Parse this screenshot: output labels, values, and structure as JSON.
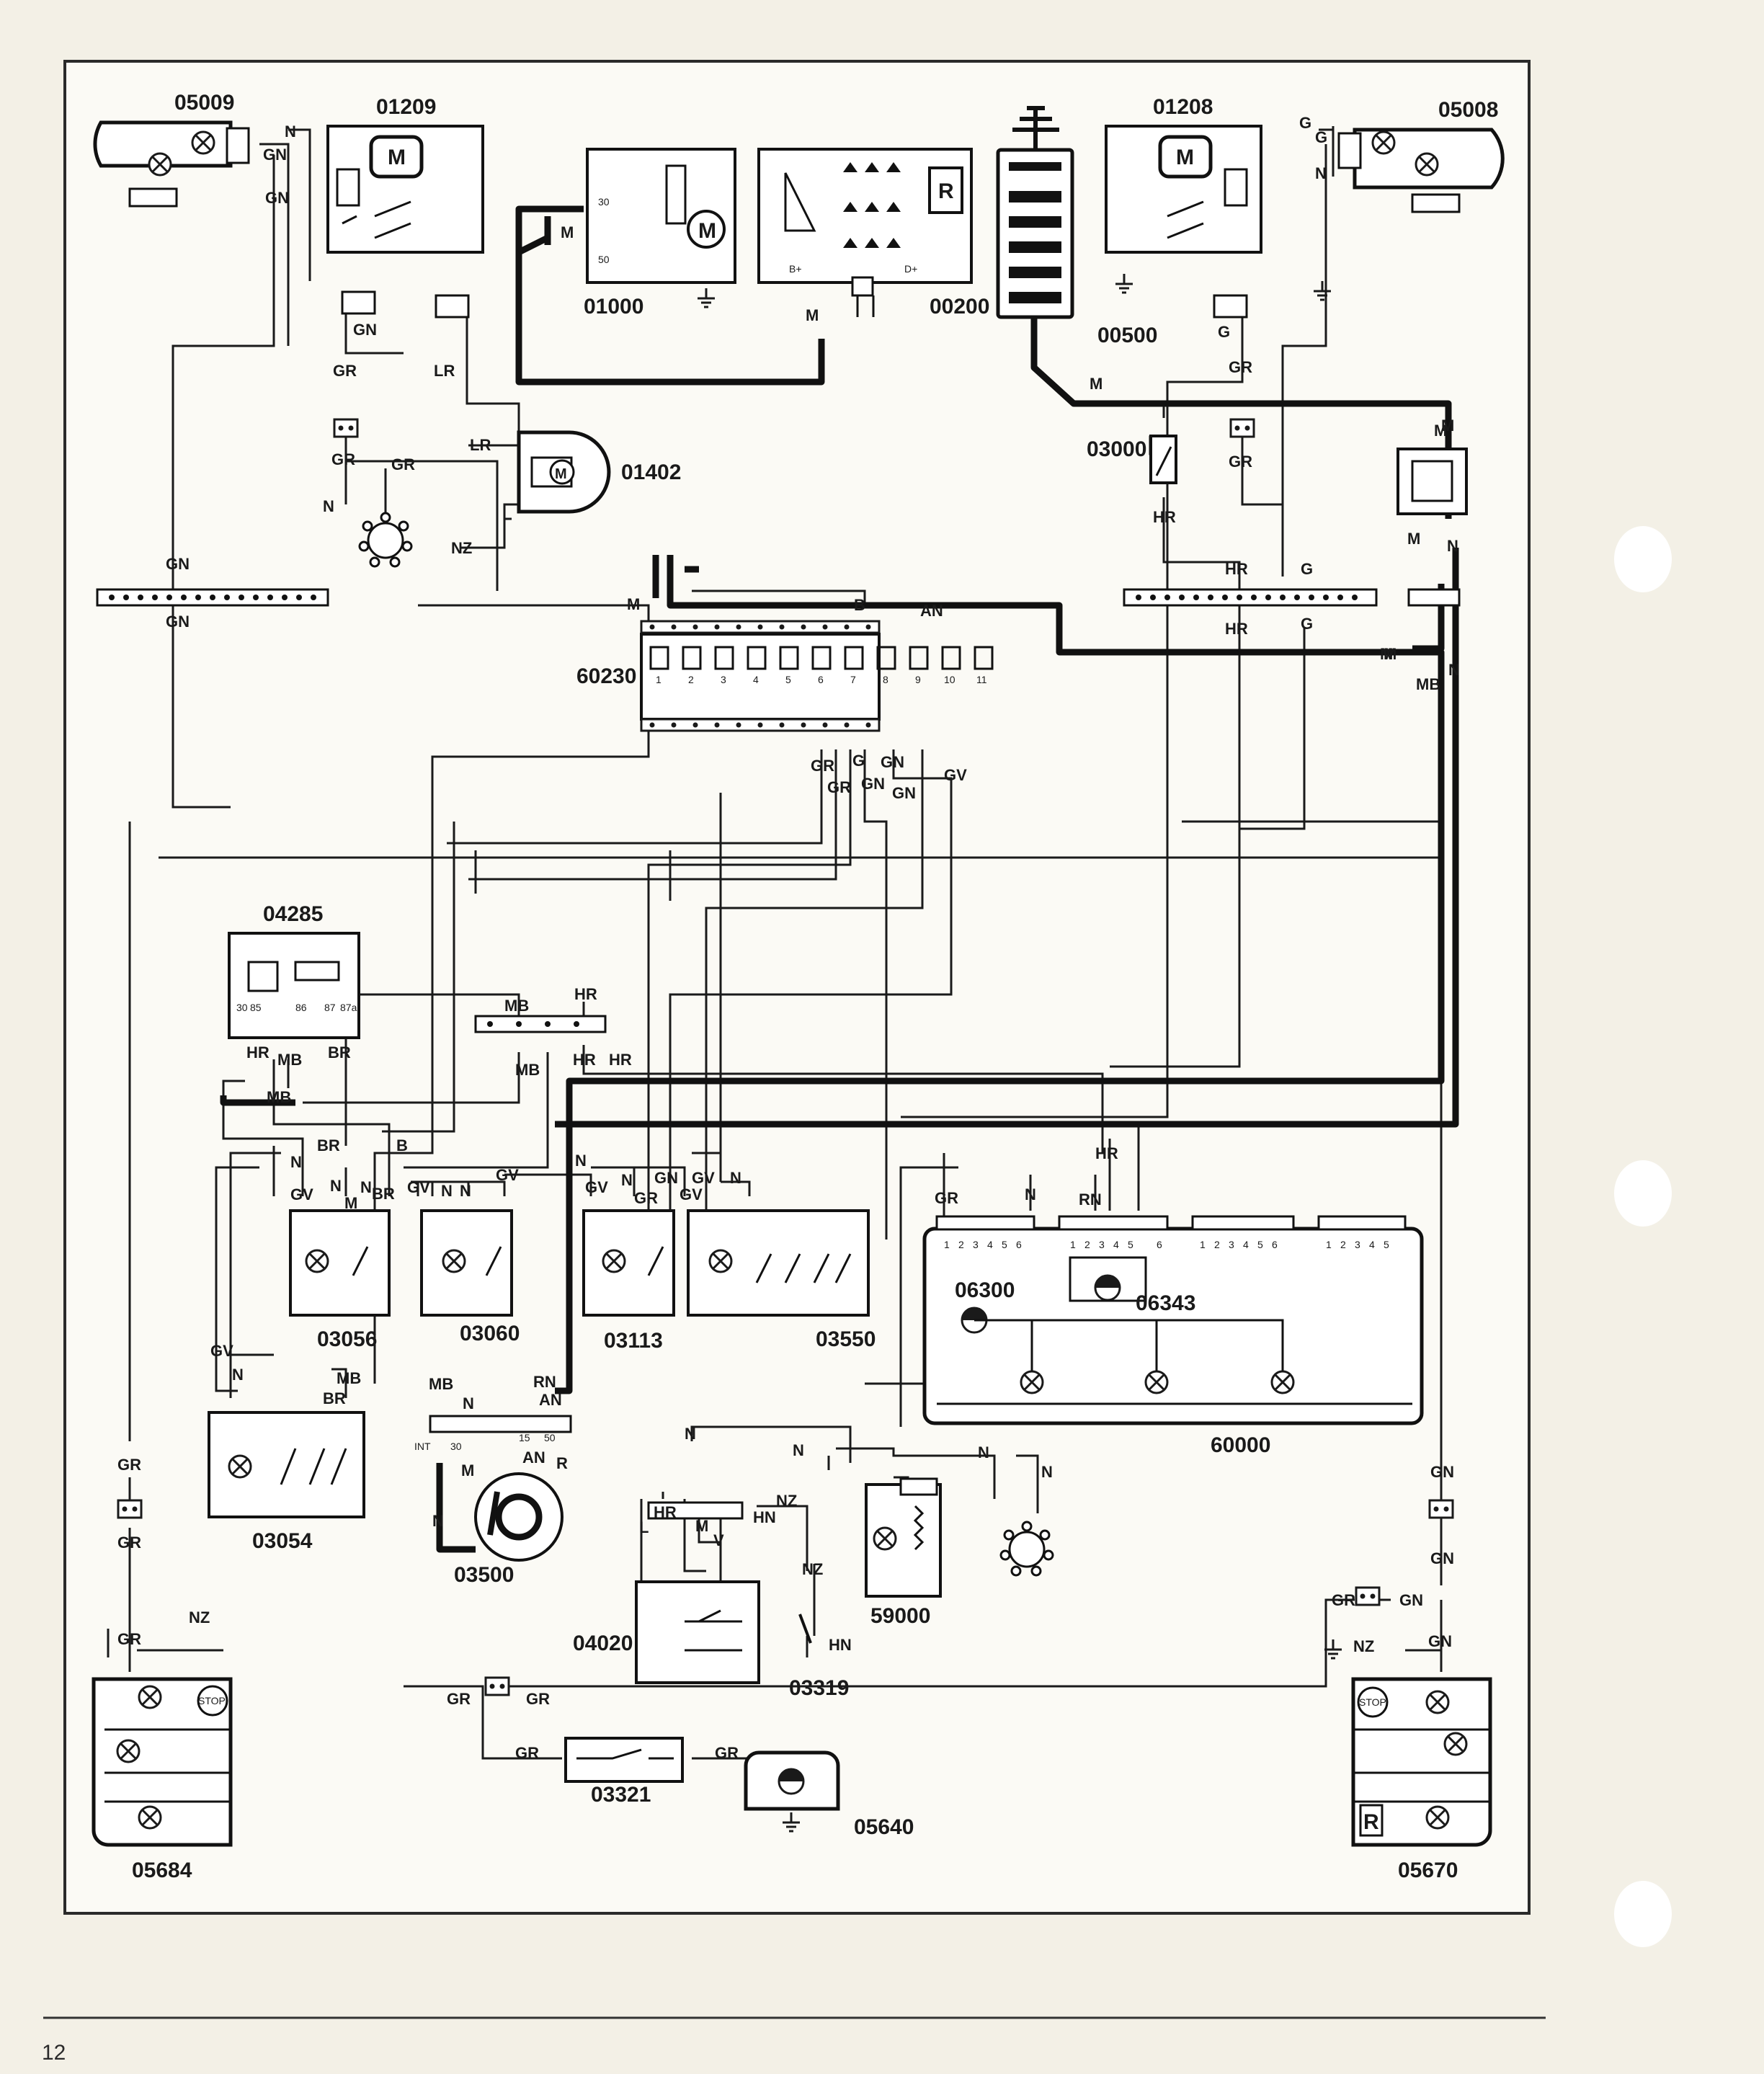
{
  "page": {
    "number": "12"
  },
  "components": [
    {
      "code": "05009"
    },
    {
      "code": "01209"
    },
    {
      "code": "01000"
    },
    {
      "code": "00200"
    },
    {
      "code": "00500"
    },
    {
      "code": "01208"
    },
    {
      "code": "05008"
    },
    {
      "code": "01402"
    },
    {
      "code": "03000"
    },
    {
      "code": "60230"
    },
    {
      "code": "04285"
    },
    {
      "code": "03056"
    },
    {
      "code": "03060"
    },
    {
      "code": "03113"
    },
    {
      "code": "03550"
    },
    {
      "code": "06300"
    },
    {
      "code": "06343"
    },
    {
      "code": "60000"
    },
    {
      "code": "03054"
    },
    {
      "code": "03500"
    },
    {
      "code": "04020"
    },
    {
      "code": "03319"
    },
    {
      "code": "59000"
    },
    {
      "code": "03321"
    },
    {
      "code": "05640"
    },
    {
      "code": "05684"
    },
    {
      "code": "05670"
    }
  ],
  "wire_labels": [
    "N",
    "GN",
    "GN",
    "GN",
    "GR",
    "LR",
    "GR",
    "GR",
    "N",
    "LR",
    "NZ",
    "M",
    "M",
    "M",
    "M",
    "GN",
    "GN",
    "G",
    "G",
    "N",
    "G",
    "GR",
    "GR",
    "M",
    "M",
    "M",
    "N",
    "HR",
    "HR",
    "HR",
    "G",
    "G",
    "M",
    "MB",
    "N",
    "M",
    "B",
    "AN",
    "GR",
    "G",
    "GN",
    "GV",
    "GR",
    "GN",
    "GN",
    "HR",
    "MB",
    "BR",
    "MB",
    "MB",
    "MB",
    "HR",
    "HR",
    "HR",
    "BR",
    "B",
    "N",
    "N",
    "GV",
    "N",
    "M",
    "BR",
    "GV",
    "N",
    "N",
    "GV",
    "N",
    "GV",
    "N",
    "GN",
    "GR",
    "GV",
    "GV",
    "N",
    "GR",
    "N",
    "RN",
    "HR",
    "GV",
    "N",
    "MB",
    "BR",
    "MB",
    "N",
    "M",
    "N",
    "RN",
    "AN",
    "AN",
    "R",
    "N",
    "N",
    "N",
    "N",
    "HR",
    "M",
    "HN",
    "NZ",
    "L",
    "V",
    "NZ",
    "HN",
    "GR",
    "GR",
    "GR",
    "NZ",
    "GR",
    "GR",
    "GR",
    "GR",
    "GN",
    "GN",
    "GR",
    "GN",
    "NZ",
    "GN"
  ],
  "relay_60230": {
    "positions": [
      "1",
      "2",
      "3",
      "4",
      "5",
      "6",
      "7",
      "8",
      "9",
      "10",
      "11"
    ]
  },
  "pins_04285": [
    "30",
    "85",
    "86",
    "87",
    "87a"
  ],
  "pins_03500": [
    "INT",
    "30",
    "15",
    "50"
  ],
  "cluster_60000": {
    "connector_pins_6": [
      "1",
      "2",
      "3",
      "4",
      "5",
      "6"
    ],
    "connector_pins_5": [
      "1",
      "2",
      "3",
      "4",
      "5"
    ]
  },
  "misc": {
    "regulator_letter": "R",
    "reverse_letter": "R",
    "motor_letter": "M",
    "pin_30": "30",
    "pin_50": "50",
    "pin_bplus": "B+",
    "pin_dplus": "D+",
    "stop_text": "STOP"
  }
}
